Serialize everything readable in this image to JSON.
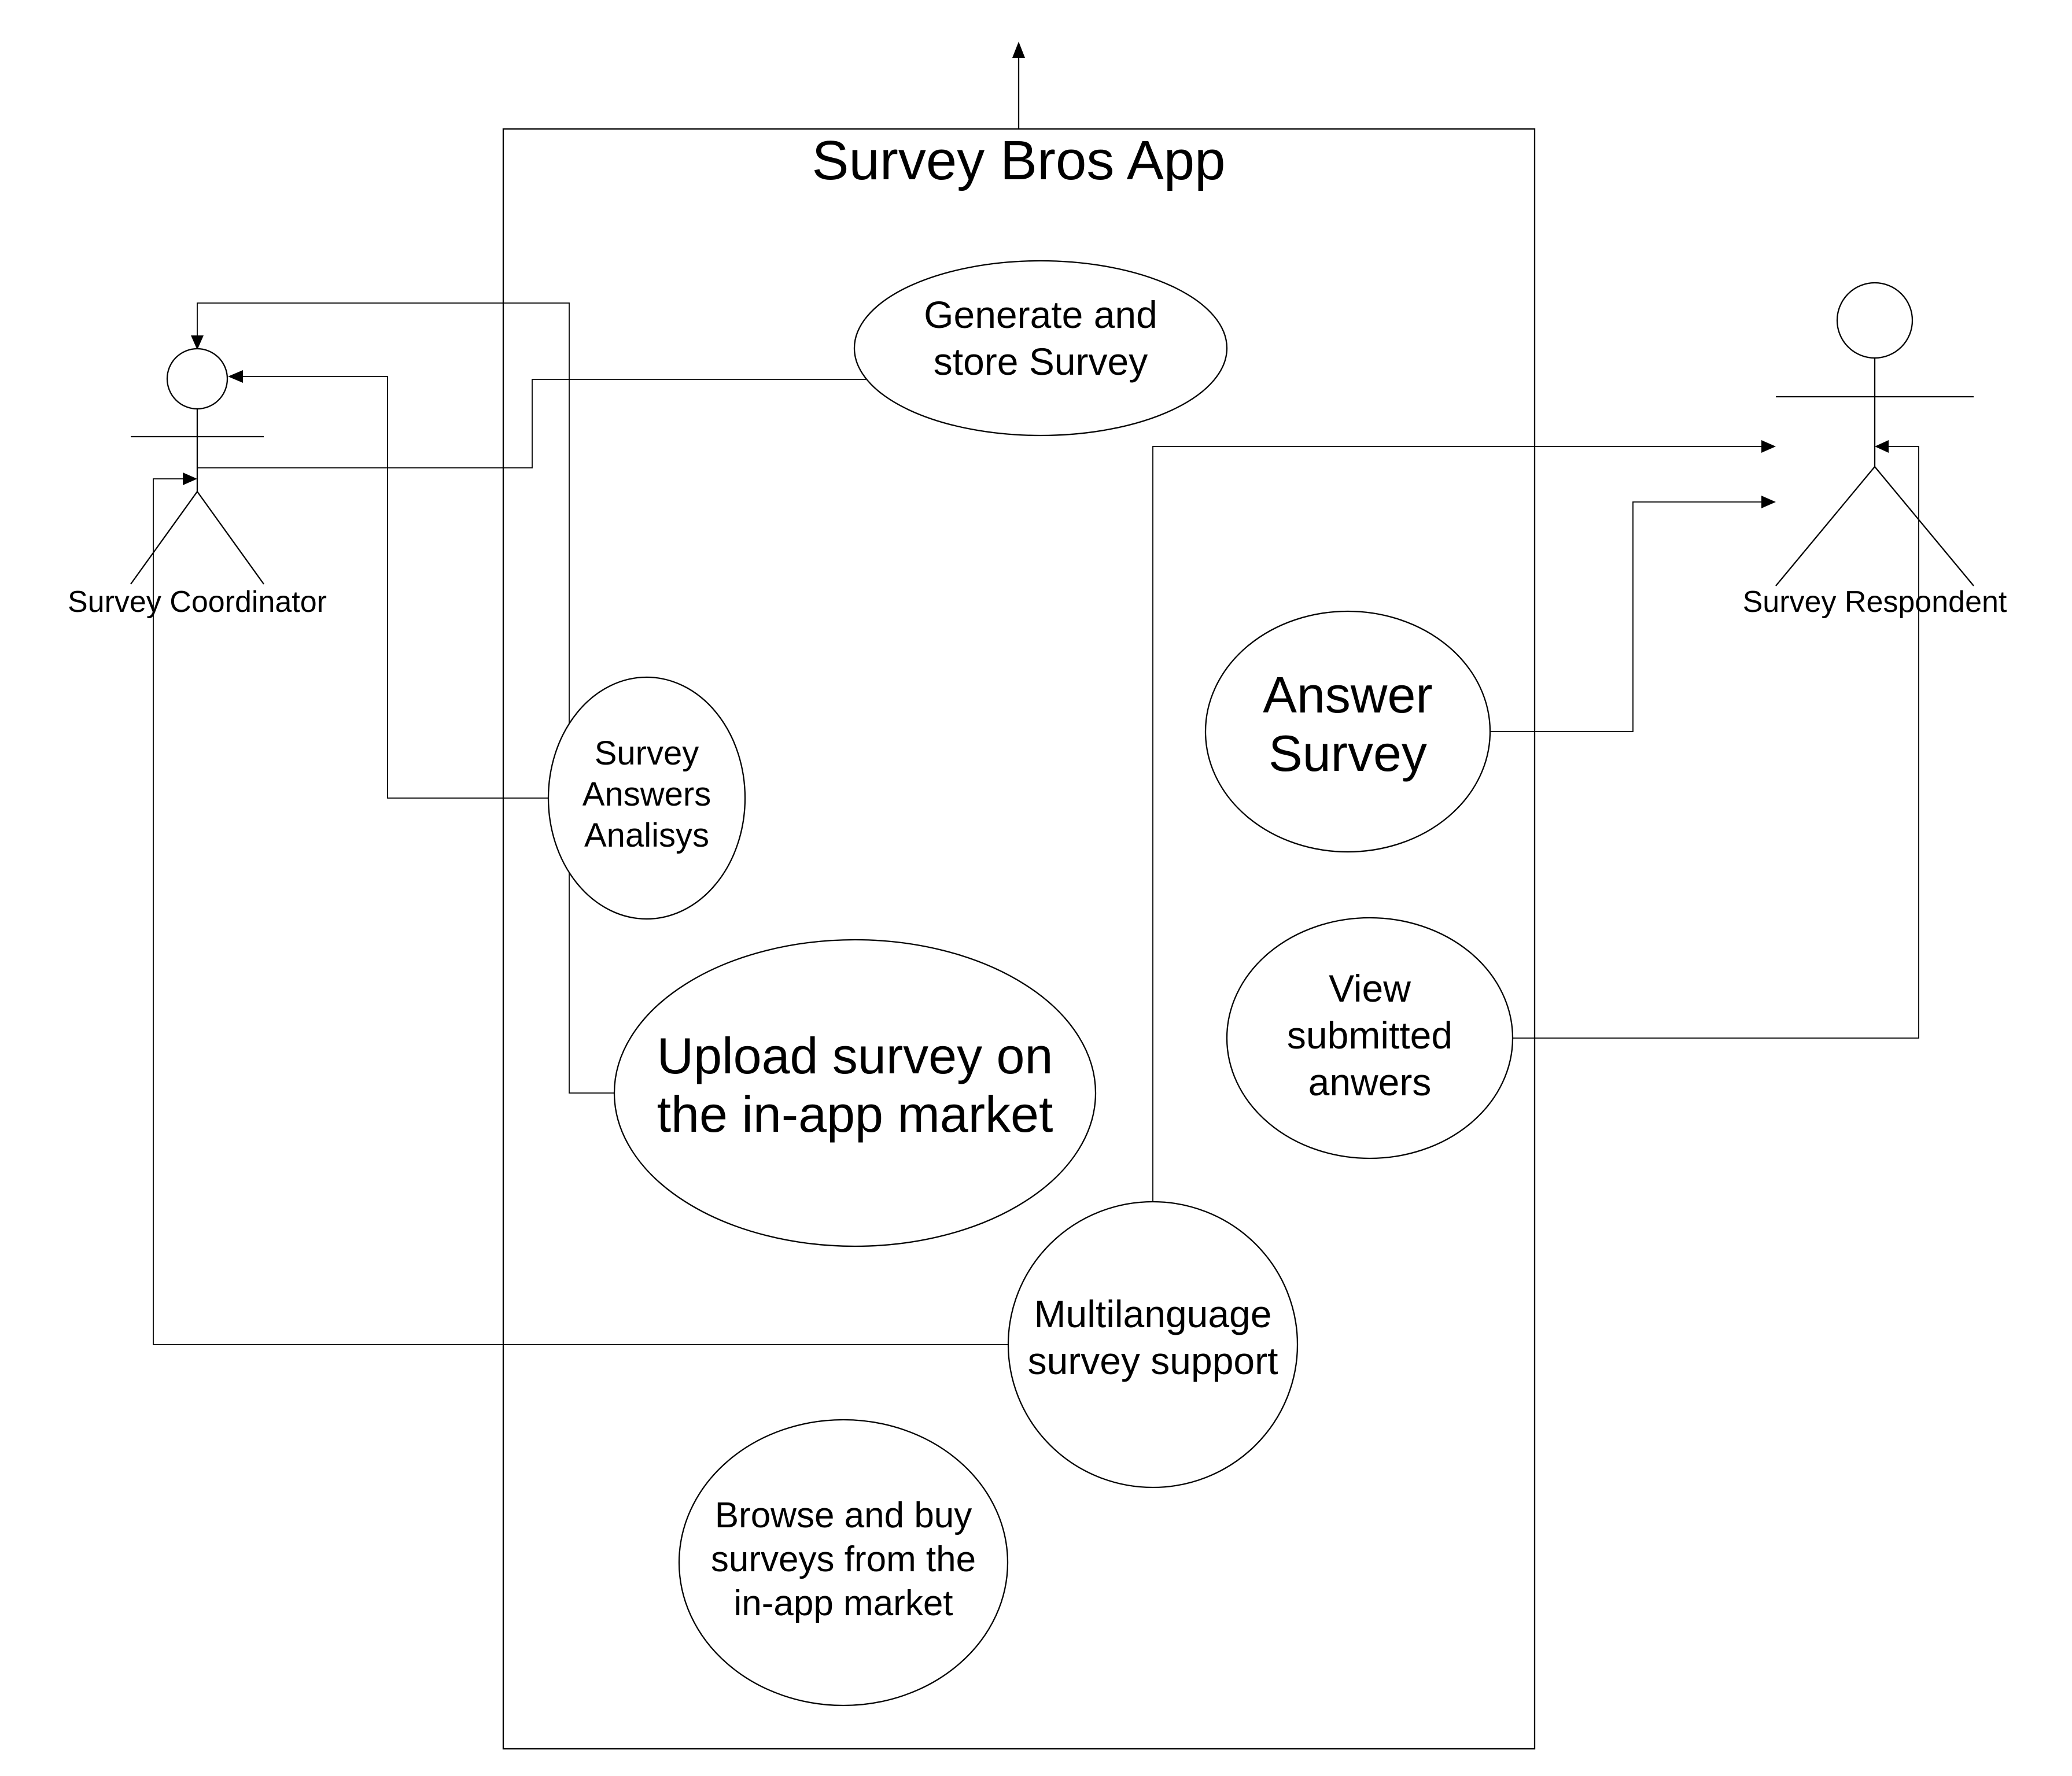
{
  "diagram": {
    "system_title": "Survey Bros App",
    "actors": {
      "coordinator": "Survey Coordinator",
      "respondent": "Survey Respondent"
    },
    "use_cases": {
      "generate": [
        "Generate and",
        "store Survey"
      ],
      "analysis": [
        "Survey",
        "Answers",
        "Analisys"
      ],
      "upload": [
        "Upload survey on",
        "the in-app market"
      ],
      "answer": [
        "Answer",
        "Survey"
      ],
      "view": [
        "View",
        "submitted",
        "anwers"
      ],
      "multilanguage": [
        "Multilanguage",
        "survey support"
      ],
      "browse": [
        "Browse and buy",
        "surveys from the",
        "in-app market"
      ]
    }
  }
}
